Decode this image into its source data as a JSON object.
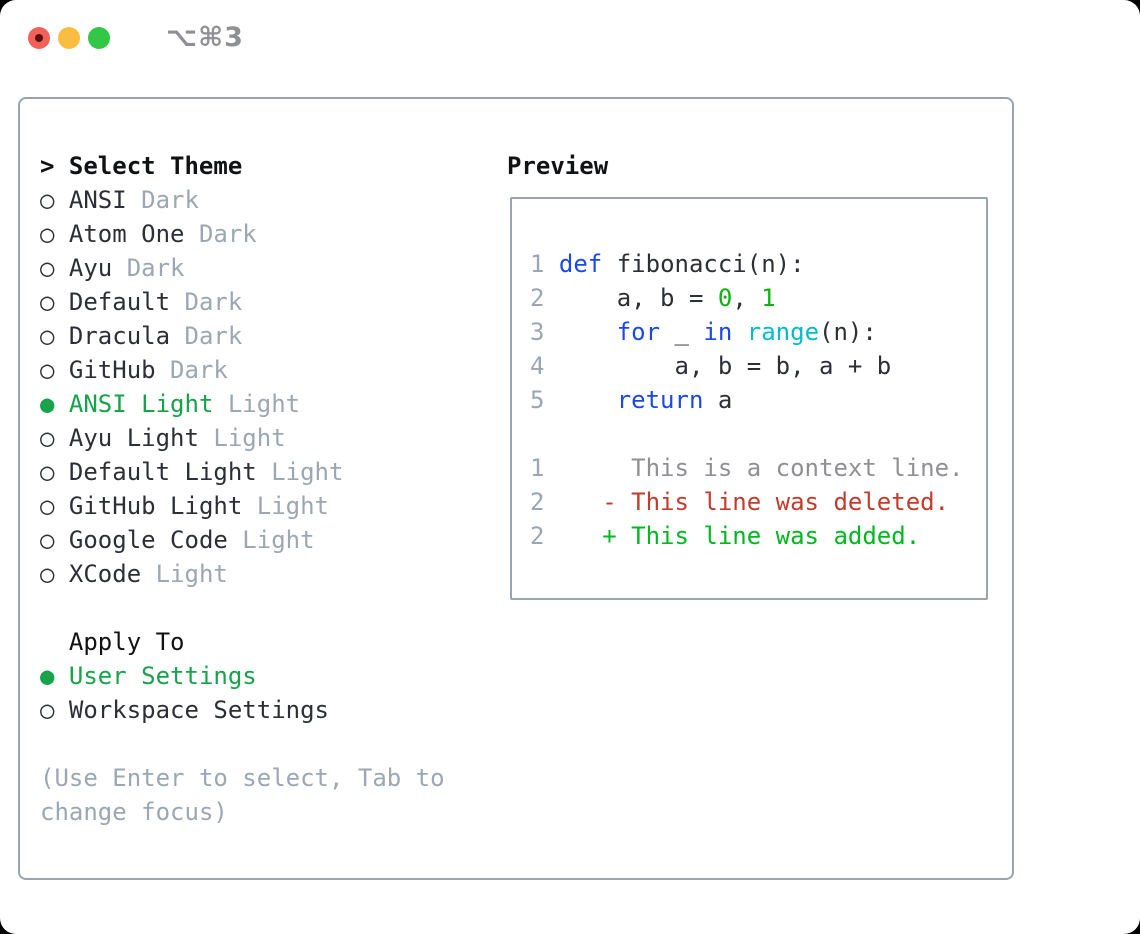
{
  "window": {
    "title": "⌥⌘3",
    "traffic_lights": [
      "close",
      "minimize",
      "zoom"
    ]
  },
  "theme_panel": {
    "header_prefix": ">",
    "header_label": "Select Theme",
    "radio_selected": "●",
    "radio_unselected": "○",
    "themes": [
      {
        "name": "ANSI",
        "variant": "Dark",
        "selected": false
      },
      {
        "name": "Atom One",
        "variant": "Dark",
        "selected": false
      },
      {
        "name": "Ayu",
        "variant": "Dark",
        "selected": false
      },
      {
        "name": "Default",
        "variant": "Dark",
        "selected": false
      },
      {
        "name": "Dracula",
        "variant": "Dark",
        "selected": false
      },
      {
        "name": "GitHub",
        "variant": "Dark",
        "selected": false
      },
      {
        "name": "ANSI Light",
        "variant": "Light",
        "selected": true
      },
      {
        "name": "Ayu Light",
        "variant": "Light",
        "selected": false
      },
      {
        "name": "Default Light",
        "variant": "Light",
        "selected": false
      },
      {
        "name": "GitHub Light",
        "variant": "Light",
        "selected": false
      },
      {
        "name": "Google Code",
        "variant": "Light",
        "selected": false
      },
      {
        "name": "XCode",
        "variant": "Light",
        "selected": false
      }
    ],
    "apply_to": {
      "label": "Apply To",
      "options": [
        {
          "name": "User Settings",
          "selected": true
        },
        {
          "name": "Workspace Settings",
          "selected": false
        }
      ]
    },
    "help_lines": [
      "(Use Enter to select, Tab to",
      "change focus)"
    ]
  },
  "preview": {
    "title": "Preview",
    "code_lines": [
      {
        "num": "1",
        "tokens": [
          {
            "t": "def",
            "c": "kw"
          },
          {
            "t": " fibonacci(n):",
            "c": "fg"
          }
        ]
      },
      {
        "num": "2",
        "tokens": [
          {
            "t": "    a, b = ",
            "c": "fg"
          },
          {
            "t": "0",
            "c": "num"
          },
          {
            "t": ", ",
            "c": "fg"
          },
          {
            "t": "1",
            "c": "num"
          }
        ]
      },
      {
        "num": "3",
        "tokens": [
          {
            "t": "    ",
            "c": "fg"
          },
          {
            "t": "for",
            "c": "kw"
          },
          {
            "t": " _ ",
            "c": "fg"
          },
          {
            "t": "in",
            "c": "kw"
          },
          {
            "t": " ",
            "c": "fg"
          },
          {
            "t": "range",
            "c": "fn"
          },
          {
            "t": "(n):",
            "c": "fg"
          }
        ]
      },
      {
        "num": "4",
        "tokens": [
          {
            "t": "        a, b = b, a + b",
            "c": "fg"
          }
        ]
      },
      {
        "num": "5",
        "tokens": [
          {
            "t": "    ",
            "c": "fg"
          },
          {
            "t": "return",
            "c": "kw"
          },
          {
            "t": " a",
            "c": "fg"
          }
        ]
      },
      {
        "num": "",
        "tokens": []
      },
      {
        "num": "1",
        "tokens": [
          {
            "t": "     This is a context line.",
            "c": "ctx"
          }
        ]
      },
      {
        "num": "2",
        "tokens": [
          {
            "t": "   - This line was deleted.",
            "c": "del"
          }
        ]
      },
      {
        "num": "2",
        "tokens": [
          {
            "t": "   + This line was added.",
            "c": "add"
          }
        ]
      }
    ]
  },
  "colors": {
    "accent-green": "#16a34a",
    "kw-blue": "#1a49e8",
    "fn-cyan": "#00bdc9",
    "num-green": "#0db40d",
    "add-green": "#00b81f",
    "del-red": "#c23b2b",
    "ctx-gray": "#8e9094",
    "linenum-gray": "#9aa5b6",
    "muted-gray": "#9ca7b3",
    "border-gray": "#9aa4ae",
    "title-gray": "#8f9094",
    "tl-red": "#f2605a",
    "tl-yellow": "#f9bd42",
    "tl-green": "#33c748"
  }
}
